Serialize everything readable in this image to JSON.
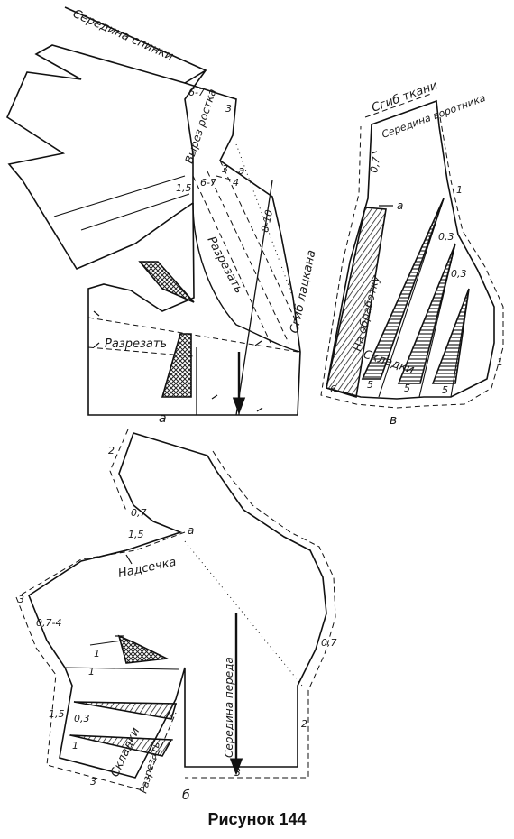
{
  "caption": "Рисунок 144",
  "panel_a": {
    "panel_label": "а",
    "seredina_spinki": "Середина спинки",
    "vyrez_rostka": "Вырез ростка",
    "razrezat_1": "Разрезать",
    "razrezat_2": "Разрезать",
    "sgib_lackana": "Сгиб лацкана",
    "m_67_top": "6-7",
    "m_67_mid": "6-7",
    "m_3_top": "3",
    "m_3_mid": "3",
    "m_15": "1,5",
    "m_4": "4",
    "m_8_10": "8-10",
    "m_a": "а"
  },
  "panel_b": {
    "panel_label": "б",
    "nadsechka": "Надсечка",
    "seredina_pereda": "Середина переда",
    "sklad_ki": "Складки",
    "razrezat": "Разрезать",
    "m_2_top": "2",
    "m_07_top": "0,7",
    "m_15_top": "1,5",
    "m_a": "а",
    "m_3_left": "3",
    "m_07_4": "0,7-4",
    "m_07_right": "0,7",
    "m_2_right": "2",
    "m_1_a": "1",
    "m_1_b": "1",
    "m_15_left": "1,5",
    "m_03": "0,3",
    "m_1_c": "1",
    "m_3_bottom": "3",
    "m_3_bot_center": "3"
  },
  "panel_v": {
    "panel_label": "в",
    "sgib_tkani": "Сгиб ткани",
    "seredina_vorotnika": "Середина воротника",
    "na_obrabotku": "На обработку",
    "skladki": "Складки",
    "m_07": "0,7",
    "m_a": "а",
    "m_1_top": "1",
    "m_03_a": "0,3",
    "m_03_b": "0,3",
    "m_1_right": "1",
    "m_6": "6",
    "m_5_a": "5",
    "m_5_b": "5",
    "m_5_c": "5"
  }
}
